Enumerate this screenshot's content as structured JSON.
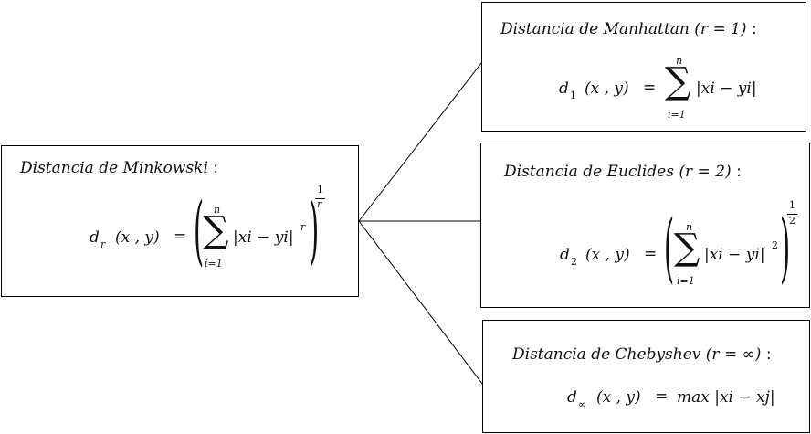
{
  "minkowski": {
    "title_name": "Distancia de Minkowski",
    "title_colon": ":",
    "d": "d",
    "sub": "r",
    "args": "(x , y)",
    "eq": "=",
    "sum_top": "n",
    "sum_bottom": "i=1",
    "body": "|xi − yi|",
    "exp_inner": "r",
    "exp_outer_num": "1",
    "exp_outer_den": "r"
  },
  "manhattan": {
    "title_name": "Distancia de Manhattan",
    "title_cond": "(r = 1)",
    "title_colon": ":",
    "d": "d",
    "sub": "1",
    "args": "(x , y)",
    "eq": "=",
    "sum_top": "n",
    "sum_bottom": "i=1",
    "body": "|xi − yi|"
  },
  "euclides": {
    "title_name": "Distancia de Euclides",
    "title_cond": "(r = 2)",
    "title_colon": ":",
    "d": "d",
    "sub": "2",
    "args": "(x , y)",
    "eq": "=",
    "sum_top": "n",
    "sum_bottom": "i=1",
    "body": "|xi − yi|",
    "exp_inner": "2",
    "exp_outer_num": "1",
    "exp_outer_den": "2"
  },
  "chebyshev": {
    "title_name": "Distancia de Chebyshev",
    "title_cond": "(r = ∞)",
    "title_colon": ":",
    "d": "d",
    "sub": "∞",
    "args": "(x , y)",
    "eq": "=",
    "body": "max |xi − xj|"
  }
}
